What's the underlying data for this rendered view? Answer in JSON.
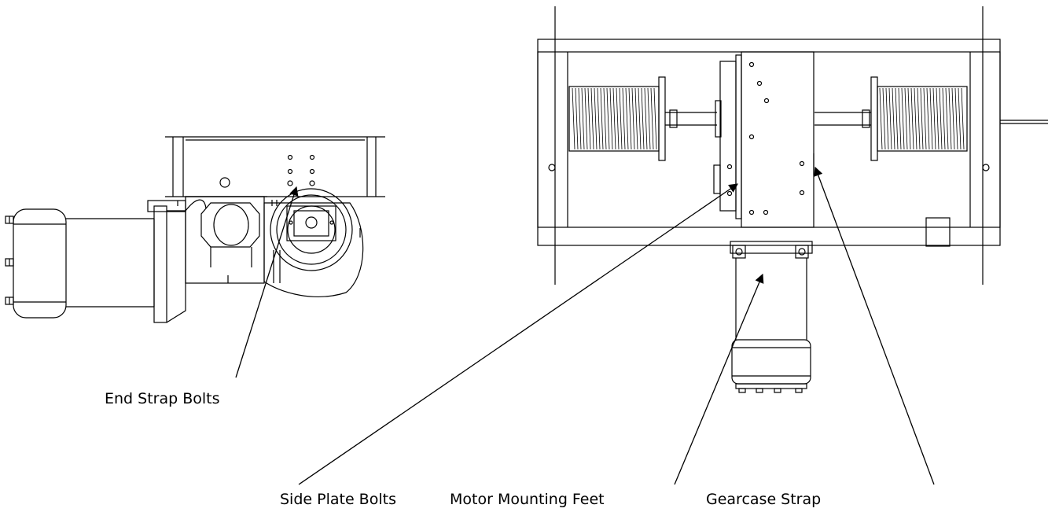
{
  "labels": {
    "end_strap_bolts": "End Strap Bolts",
    "side_plate_bolts": "Side Plate Bolts",
    "motor_mounting_feet": "Motor Mounting Feet",
    "gearcase_strap": "Gearcase Strap"
  },
  "colors": {
    "line": "#000000",
    "background": "#ffffff"
  }
}
